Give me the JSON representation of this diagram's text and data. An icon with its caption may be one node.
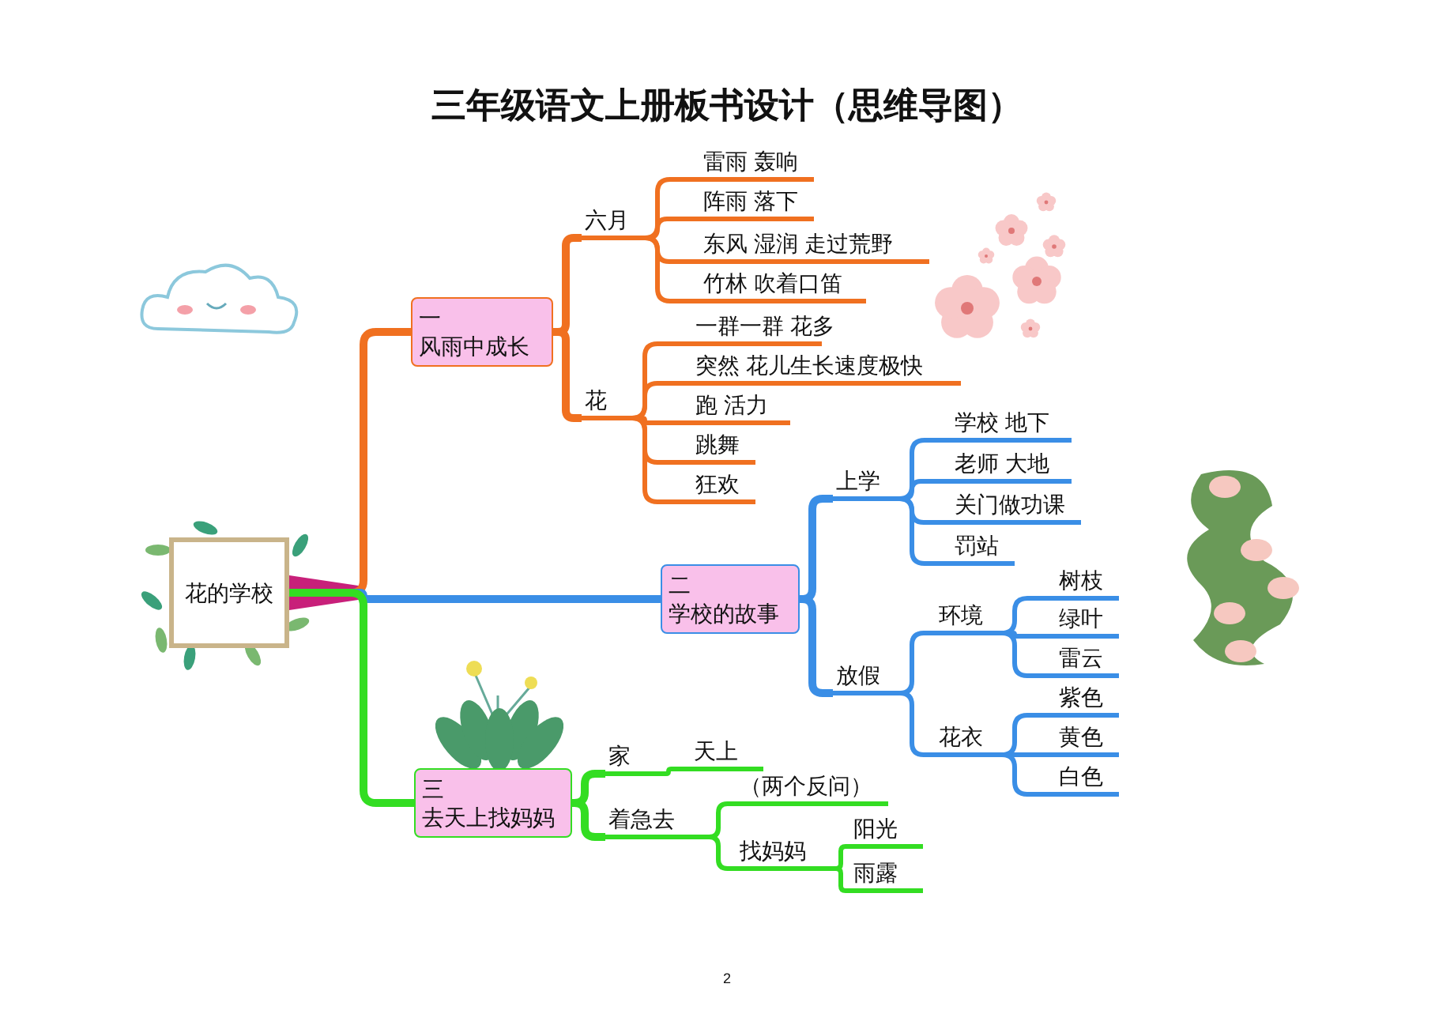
{
  "diagram": {
    "title": "三年级语文上册板书设计（思维导图）",
    "nodes": [
      {
        "text": [
          "花的学校"
        ]
      },
      {
        "text": [
          "一",
          "风雨中成长"
        ]
      },
      {
        "text": [
          "六月"
        ]
      },
      {
        "text": [
          "雷雨 轰响"
        ]
      },
      {
        "text": [
          "阵雨 落下"
        ]
      },
      {
        "text": [
          "东风 湿润 走过荒野"
        ]
      },
      {
        "text": [
          "竹林 吹着口笛"
        ]
      },
      {
        "text": [
          "花"
        ]
      },
      {
        "text": [
          "一群一群 花多"
        ]
      },
      {
        "text": [
          "突然 花儿生长速度极快"
        ]
      },
      {
        "text": [
          "跑 活力"
        ]
      },
      {
        "text": [
          "跳舞"
        ]
      },
      {
        "text": [
          "狂欢"
        ]
      },
      {
        "text": [
          "二",
          "学校的故事"
        ]
      },
      {
        "text": [
          "上学"
        ]
      },
      {
        "text": [
          "学校 地下"
        ]
      },
      {
        "text": [
          "老师 大地"
        ]
      },
      {
        "text": [
          "关门做功课"
        ]
      },
      {
        "text": [
          "罚站"
        ]
      },
      {
        "text": [
          "放假"
        ]
      },
      {
        "text": [
          "环境"
        ]
      },
      {
        "text": [
          "树枝"
        ]
      },
      {
        "text": [
          "绿叶"
        ]
      },
      {
        "text": [
          "雷云"
        ]
      },
      {
        "text": [
          "花衣"
        ]
      },
      {
        "text": [
          "紫色"
        ]
      },
      {
        "text": [
          "黄色"
        ]
      },
      {
        "text": [
          "白色"
        ]
      },
      {
        "text": [
          "三",
          "去天上找妈妈"
        ]
      },
      {
        "text": [
          "家"
        ]
      },
      {
        "text": [
          "天上"
        ]
      },
      {
        "text": [
          "着急去"
        ]
      },
      {
        "text": [
          "（两个反问）"
        ]
      },
      {
        "text": [
          "找妈妈"
        ]
      },
      {
        "text": [
          "阳光"
        ]
      },
      {
        "text": [
          "雨露"
        ]
      }
    ],
    "edges": [
      {
        "from": 0,
        "to": 1,
        "arrow": "none",
        "color": "#f07020"
      },
      {
        "from": 0,
        "to": 13,
        "arrow": "none"
      },
      {
        "from": 0,
        "to": 28,
        "arrow": "none",
        "color": "#33dd22"
      },
      {
        "from": 1,
        "to": 2,
        "arrow": "none",
        "color": "#f07020"
      },
      {
        "from": 1,
        "to": 7,
        "arrow": "none",
        "color": "#f07020"
      },
      {
        "from": 2,
        "to": 3,
        "arrow": "none",
        "color": "#f07020"
      },
      {
        "from": 2,
        "to": 4,
        "arrow": "none",
        "color": "#f07020"
      },
      {
        "from": 2,
        "to": 5,
        "arrow": "none",
        "color": "#f07020"
      },
      {
        "from": 2,
        "to": 6,
        "arrow": "none",
        "color": "#f07020"
      },
      {
        "from": 7,
        "to": 8,
        "arrow": "none",
        "color": "#f07020"
      },
      {
        "from": 7,
        "to": 9,
        "arrow": "none",
        "color": "#f07020"
      },
      {
        "from": 7,
        "to": 10,
        "arrow": "none",
        "color": "#f07020"
      },
      {
        "from": 7,
        "to": 11,
        "arrow": "none",
        "color": "#f07020"
      },
      {
        "from": 7,
        "to": 12,
        "arrow": "none",
        "color": "#f07020"
      },
      {
        "from": 13,
        "to": 14,
        "arrow": "none"
      },
      {
        "from": 13,
        "to": 19,
        "arrow": "none"
      },
      {
        "from": 14,
        "to": 15,
        "arrow": "none"
      },
      {
        "from": 14,
        "to": 16,
        "arrow": "none"
      },
      {
        "from": 14,
        "to": 17,
        "arrow": "none"
      },
      {
        "from": 14,
        "to": 18,
        "arrow": "none"
      },
      {
        "from": 19,
        "to": 20,
        "arrow": "none"
      },
      {
        "from": 19,
        "to": 24,
        "arrow": "none"
      },
      {
        "from": 20,
        "to": 21,
        "arrow": "none"
      },
      {
        "from": 20,
        "to": 22,
        "arrow": "none"
      },
      {
        "from": 20,
        "to": 23,
        "arrow": "none"
      },
      {
        "from": 24,
        "to": 25,
        "arrow": "none"
      },
      {
        "from": 24,
        "to": 26,
        "arrow": "none"
      },
      {
        "from": 24,
        "to": 27,
        "arrow": "none"
      },
      {
        "from": 28,
        "to": 29,
        "arrow": "none",
        "color": "#33dd22"
      },
      {
        "from": 28,
        "to": 31,
        "arrow": "none",
        "color": "#33dd22"
      },
      {
        "from": 29,
        "to": 30,
        "arrow": "none",
        "color": "#33dd22"
      },
      {
        "from": 31,
        "to": 32,
        "arrow": "none",
        "color": "#33dd22"
      },
      {
        "from": 31,
        "to": 33,
        "arrow": "none",
        "color": "#33dd22"
      },
      {
        "from": 33,
        "to": 34,
        "arrow": "none",
        "color": "#33dd22"
      },
      {
        "from": 33,
        "to": 35,
        "arrow": "none",
        "color": "#33dd22"
      }
    ],
    "labels": [
      "2"
    ]
  }
}
